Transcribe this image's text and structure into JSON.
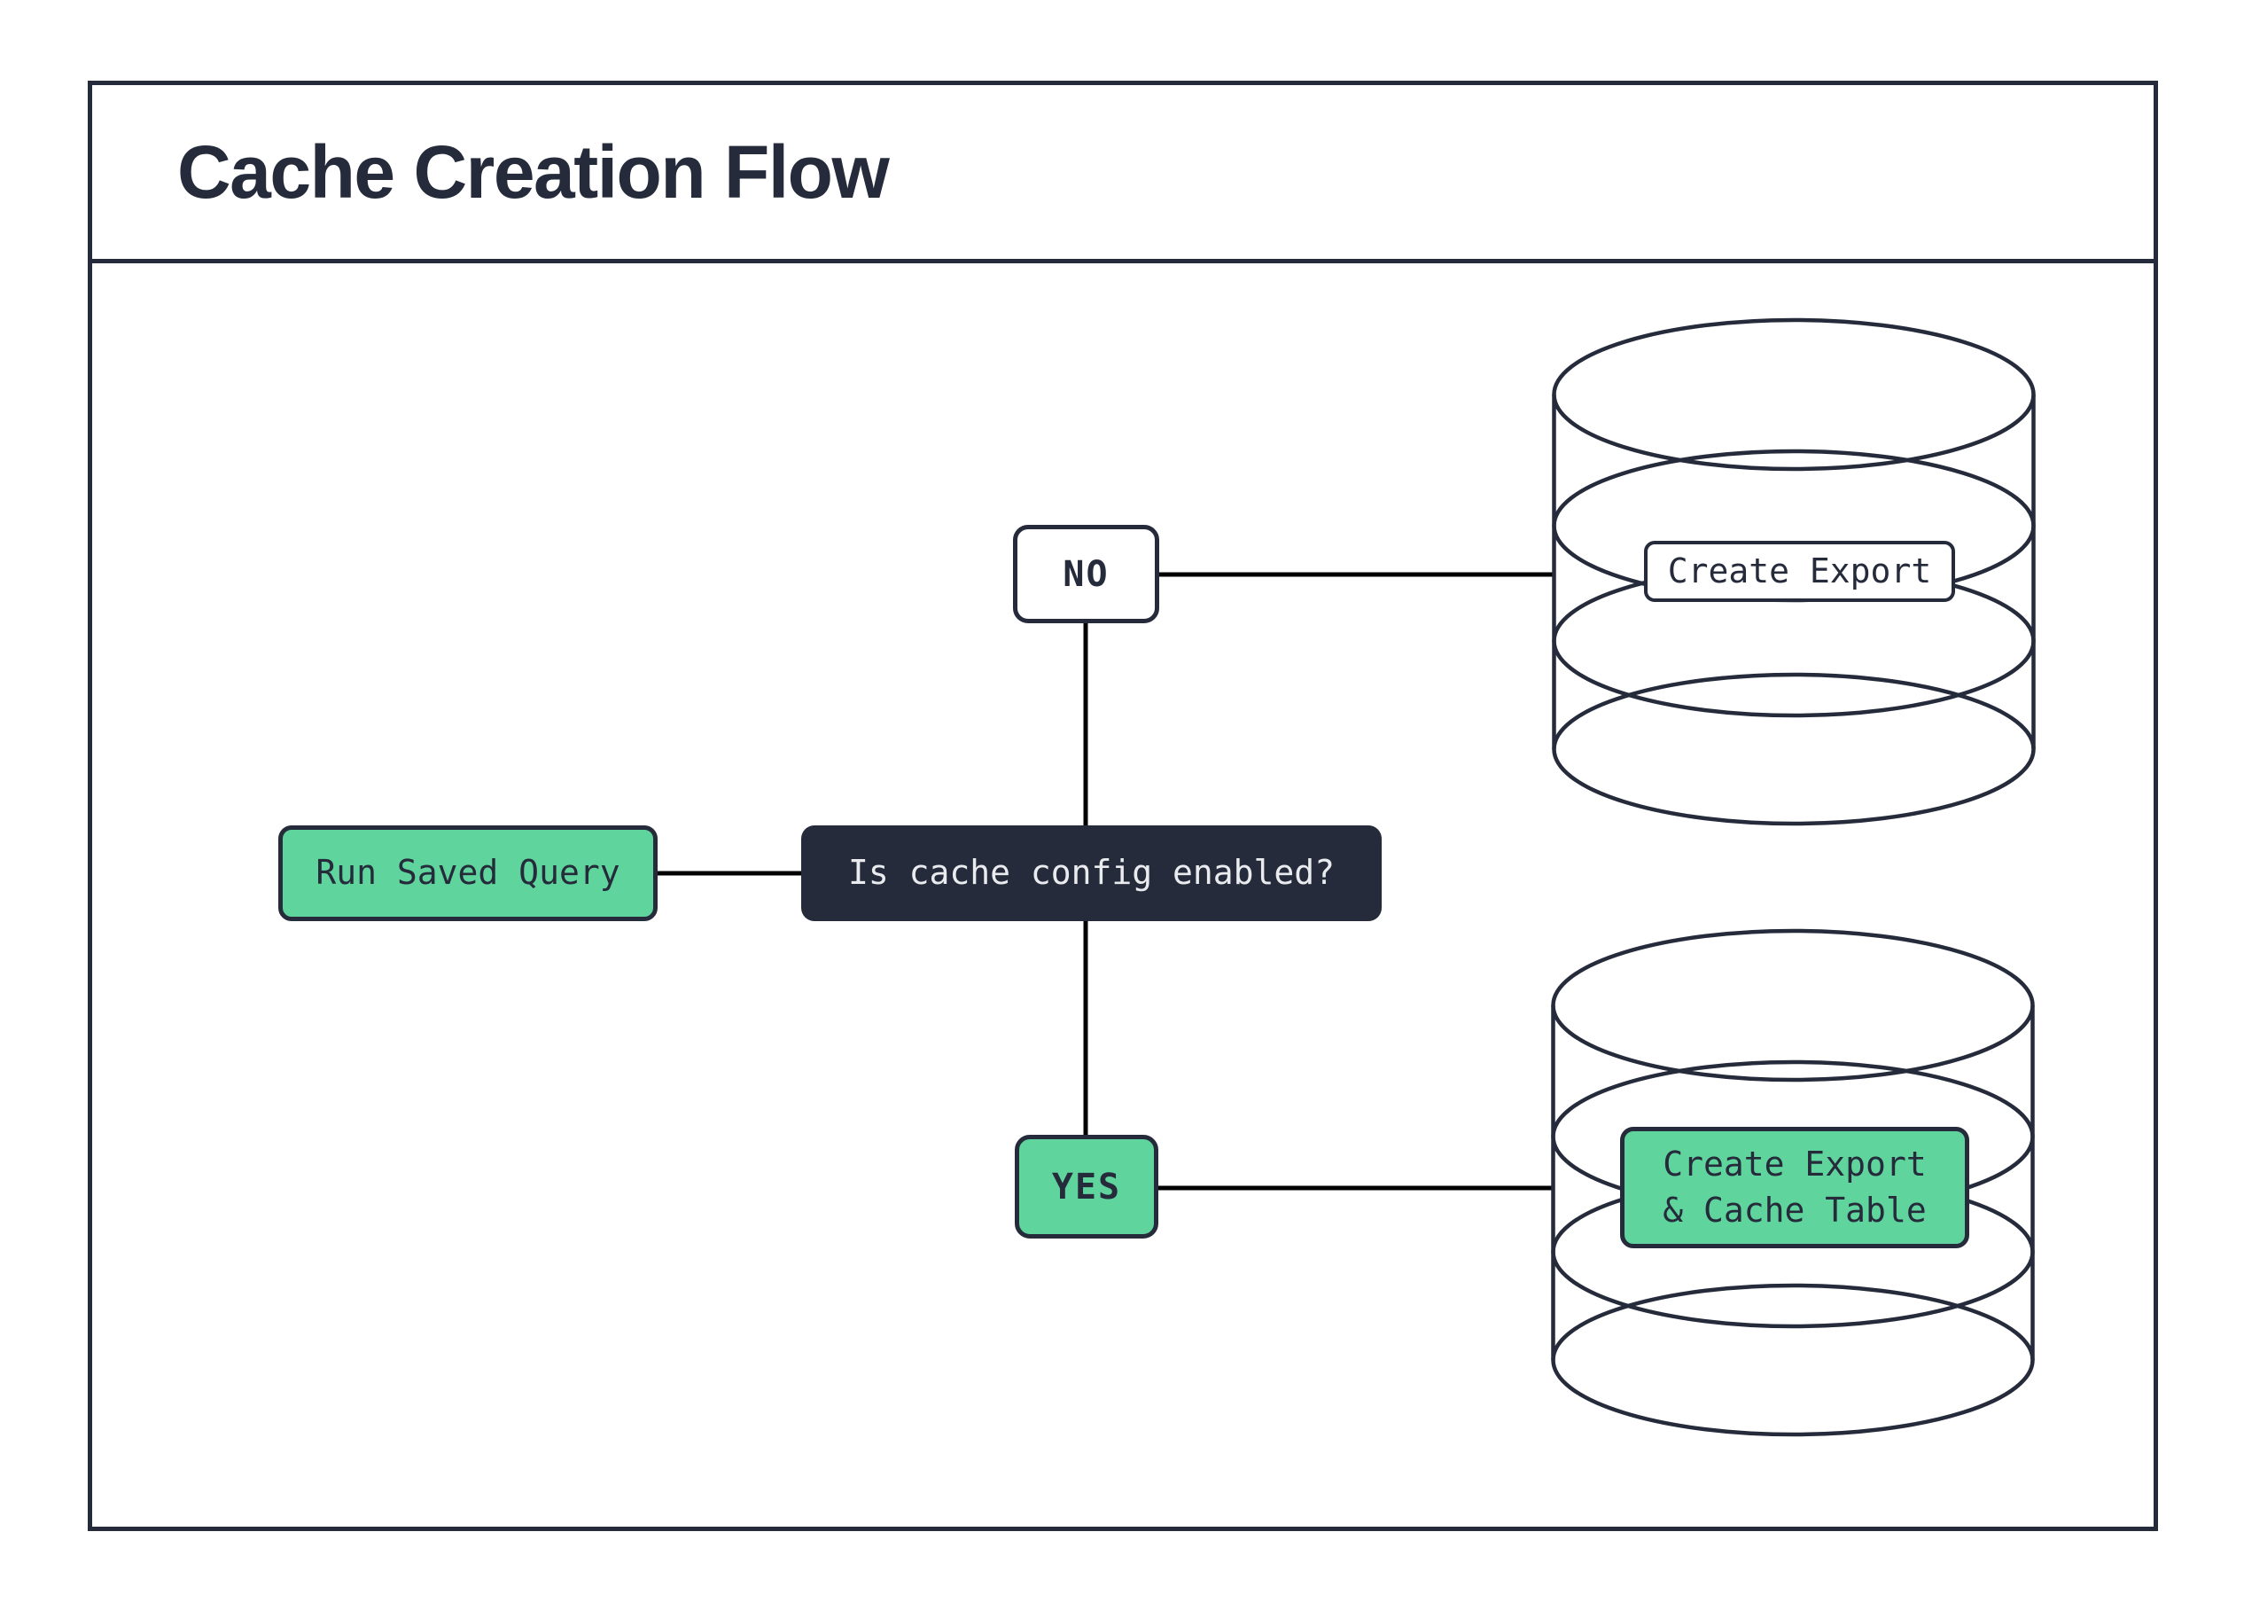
{
  "title": "Cache Creation Flow",
  "flow": {
    "start": {
      "label": "Run Saved Query"
    },
    "decision": {
      "label": "Is cache config enabled?"
    },
    "branches": {
      "no": {
        "label": "NO"
      },
      "yes": {
        "label": "YES"
      }
    },
    "outcomes": {
      "no_result": {
        "label": "Create Export"
      },
      "yes_result": {
        "line1": "Create Export",
        "line2": "& Cache Table"
      }
    }
  },
  "colors": {
    "ink": "#252b3a",
    "accent": "#5fd49d",
    "line": "#000000",
    "text-light": "#e9ebee"
  }
}
